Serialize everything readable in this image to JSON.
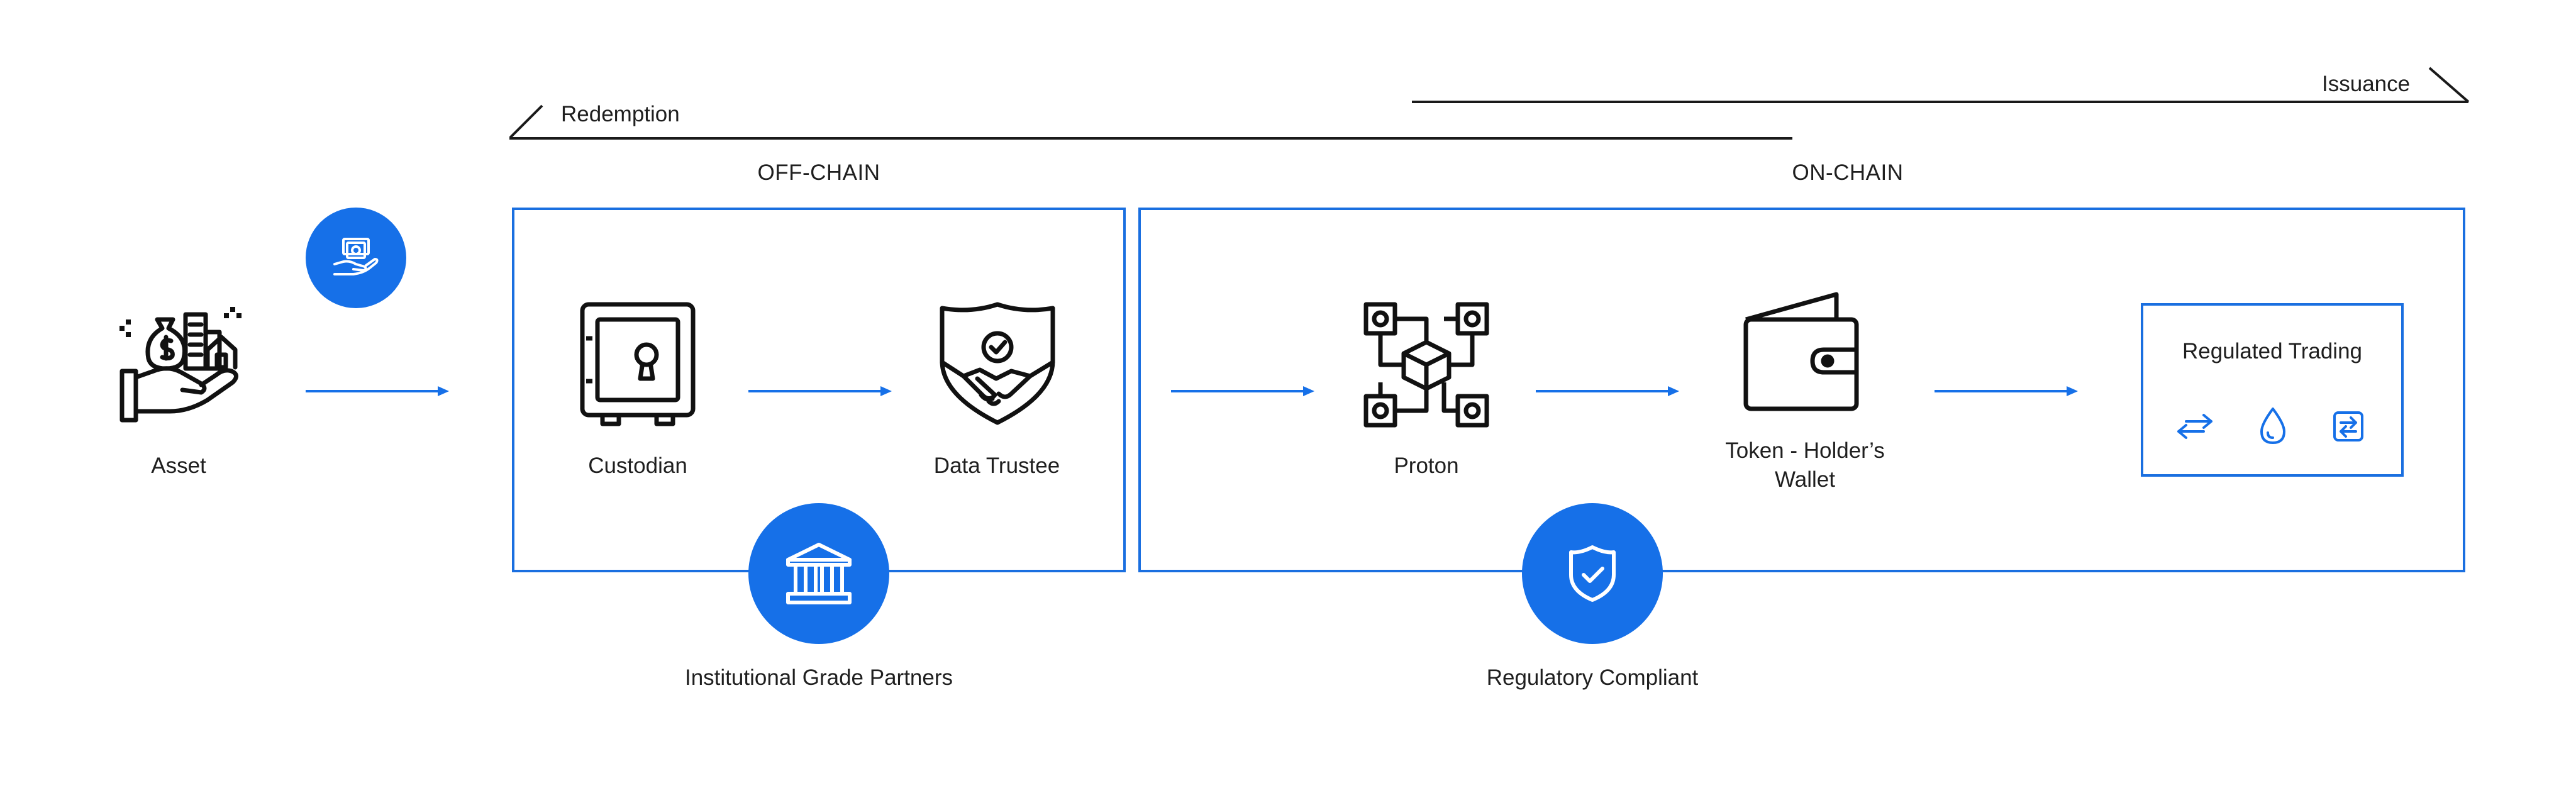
{
  "flow": {
    "redemption_label": "Redemption",
    "issuance_label": "Issuance"
  },
  "sections": {
    "off_chain_label": "OFF-CHAIN",
    "on_chain_label": "ON-CHAIN"
  },
  "nodes": {
    "asset": "Asset",
    "custodian": "Custodian",
    "data_trustee": "Data Trustee",
    "proton": "Proton",
    "wallet_line1": "Token - Holder’s",
    "wallet_line2": "Wallet",
    "regulated_trading": "Regulated Trading"
  },
  "badges": {
    "institutional": "Institutional Grade Partners",
    "regulatory": "Regulatory Compliant"
  },
  "colors": {
    "accent": "#1670e8",
    "line": "#1a1a1a"
  },
  "icons": [
    "asset-hand-icon",
    "money-hand-icon",
    "safe-icon",
    "shield-handshake-icon",
    "blockchain-cube-icon",
    "wallet-icon",
    "bank-icon",
    "shield-check-icon",
    "swap-arrows-icon",
    "drop-icon",
    "exchange-icon"
  ]
}
